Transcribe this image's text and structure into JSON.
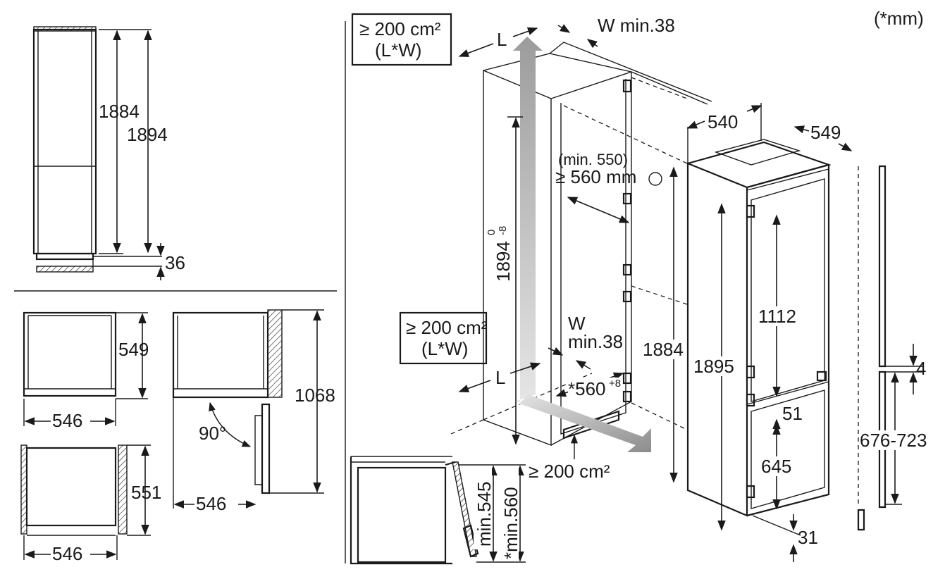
{
  "units_note": "(*mm)",
  "side_view": {
    "dims": {
      "inner_height": "1884",
      "outer_height": "1894",
      "plinth_gap": "36"
    }
  },
  "plan_views": {
    "top_left": {
      "depth": "549",
      "width": "546"
    },
    "bottom_left": {
      "depth": "551",
      "width": "546"
    },
    "door_open": {
      "angle": "90°",
      "width": "546",
      "depth_open": "1068"
    }
  },
  "niche": {
    "vent_top": {
      "area": "≥ 200 cm²",
      "formula": "(L*W)",
      "l_label": "L",
      "w_label": "W min.38"
    },
    "vent_bottom": {
      "area": "≥ 200 cm²",
      "formula": "(L*W)",
      "l_label": "L",
      "w_label_line1": "W",
      "w_label_line2": "min.38"
    },
    "niche_height": "1894",
    "niche_tol_top": "0",
    "niche_tol_bottom": "-8",
    "depth_min_line1": "(min. 550)",
    "depth_min_line2": "≥ 560 mm",
    "niche_width": "*560",
    "niche_width_tol": "+8",
    "plinth_vent": "≥ 200 cm²"
  },
  "appliance": {
    "width": "540",
    "depth": "549",
    "height_total": "1895",
    "height_body": "1884",
    "fridge_door": "1112",
    "gap": "51",
    "freezer_door": "645",
    "bottom_gap": "31"
  },
  "door_panel": {
    "top_gap": "4",
    "range": "676-723"
  },
  "section_detail": {
    "min_a": "min.545",
    "min_b": "*min.560"
  }
}
